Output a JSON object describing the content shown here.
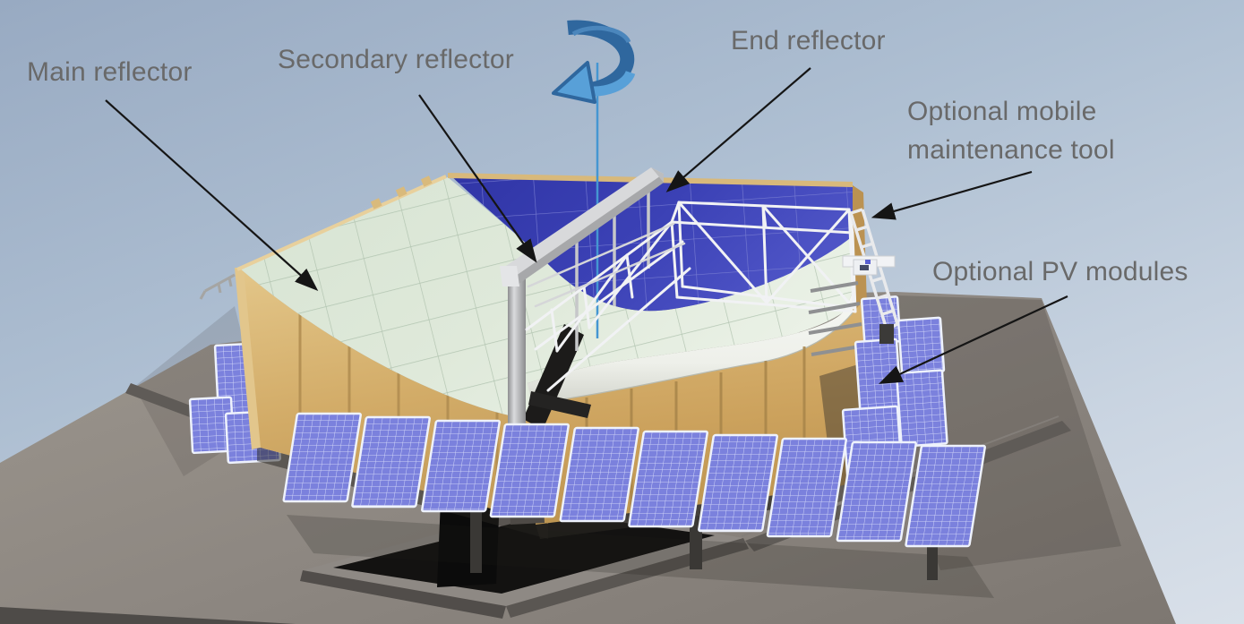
{
  "annotations": {
    "main_reflector": "Main reflector",
    "secondary_reflector": "Secondary reflector",
    "end_reflector": "End reflector",
    "maintenance_tool": "Optional mobile maintenance tool",
    "pv_modules": "Optional PV modules"
  },
  "colors": {
    "label_text": "#696969",
    "leader_line": "#151515",
    "rotation_arrow_fill": "#58a0d8",
    "rotation_arrow_outline": "#2f679e",
    "rotation_axis": "#4596d2",
    "sky": "#b3c2d4",
    "ground": "#8d8781",
    "wall_tan": "#d4ae6c",
    "main_reflector_surface": "#dfe9da",
    "end_reflector_surface": "#3b41b5",
    "white_band": "#f5f6f3",
    "pv_panel": "#7b81dd",
    "truss_white": "#f1f2f4",
    "mast_gray": "#b4b5b7"
  }
}
